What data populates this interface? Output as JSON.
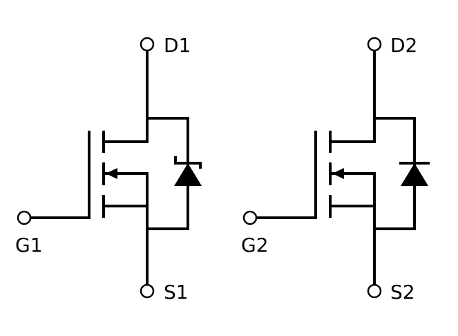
{
  "mosfets": [
    {
      "id": "q1",
      "drain_label": "D1",
      "gate_label": "G1",
      "source_label": "S1",
      "diode": "zener"
    },
    {
      "id": "q2",
      "drain_label": "D2",
      "gate_label": "G2",
      "source_label": "S2",
      "diode": "standard"
    }
  ]
}
